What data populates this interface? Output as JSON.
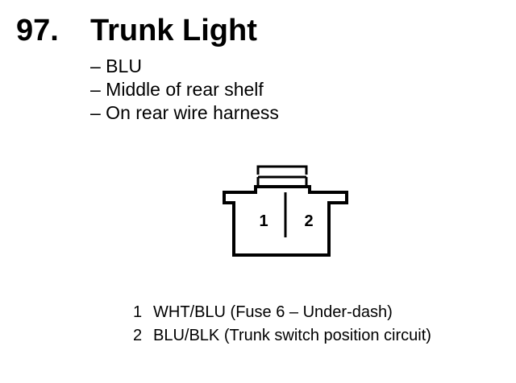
{
  "heading": {
    "number": "97.",
    "title": "Trunk Light"
  },
  "info": [
    "– BLU",
    "– Middle of rear shelf",
    "– On rear wire harness"
  ],
  "connector": {
    "pin_labels": [
      "1",
      "2"
    ]
  },
  "pins": [
    {
      "number": "1",
      "description": "WHT/BLU (Fuse 6 – Under-dash)"
    },
    {
      "number": "2",
      "description": "BLU/BLK (Trunk switch position circuit)"
    }
  ]
}
